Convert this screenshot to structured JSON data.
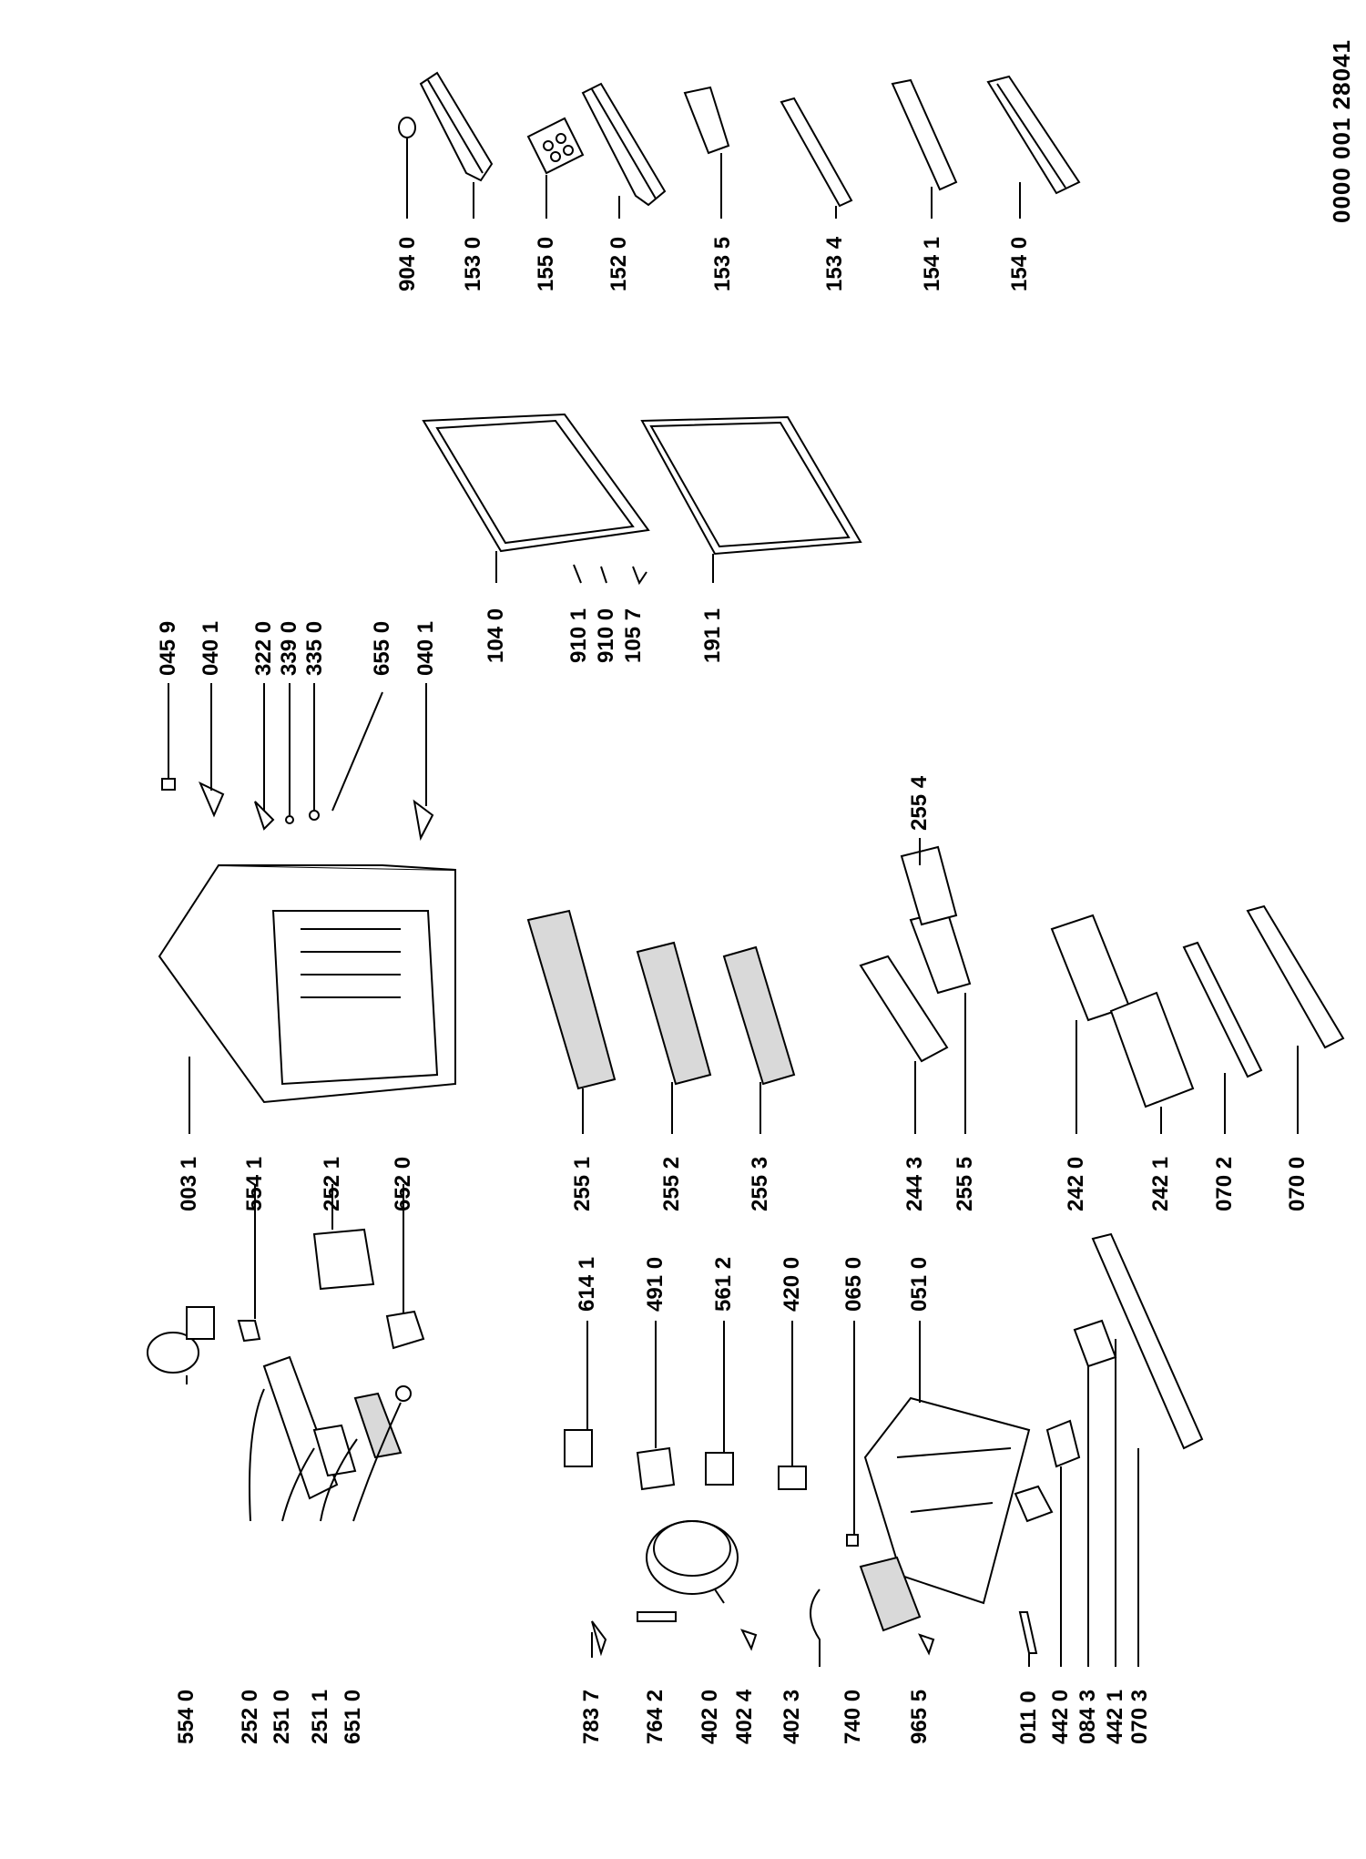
{
  "document_code": "0000 001 28041",
  "labels": {
    "top_row": [
      "904 0",
      "153 0",
      "155 0",
      "152 0",
      "153 5",
      "153 4",
      "154 1",
      "154 0"
    ],
    "cabinet_row": [
      "045 9",
      "040 1",
      "322 0",
      "339 0",
      "335 0",
      "655 0",
      "040 1"
    ],
    "freezer_row": [
      "104 0",
      "910 1",
      "910 0",
      "105 7",
      "191 1"
    ],
    "shelf_column": [
      "003 1",
      "554 1",
      "252 1",
      "652 0",
      "255 1",
      "255 2",
      "255 3",
      "244 3",
      "255 5",
      "255 4",
      "242 0",
      "242 1",
      "070 2",
      "070 0"
    ],
    "compressor_column": [
      "614 1",
      "491 0",
      "561 2",
      "420 0",
      "065 0",
      "051 0"
    ],
    "left_column": [
      "554 0",
      "252 0",
      "251 0",
      "251 1",
      "651 0",
      "783 7",
      "764 2",
      "402 0",
      "402 4",
      "402 3",
      "740 0",
      "965 5",
      "011 0",
      "442 0",
      "084 3",
      "442 1",
      "070 3"
    ]
  },
  "colors": {
    "line": "#000000",
    "background": "#ffffff",
    "fill_shade": "#d9d9d9"
  }
}
